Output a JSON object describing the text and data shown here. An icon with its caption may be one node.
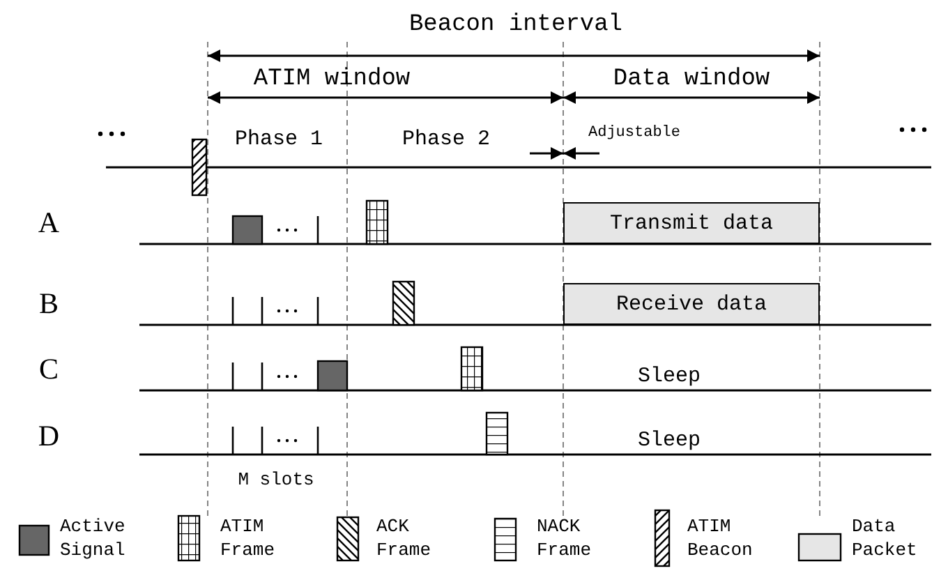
{
  "diagram": {
    "nodes": [
      {
        "text": [
          "Transmit data"
        ]
      },
      {
        "text": [
          "Receive data"
        ]
      }
    ],
    "labels": [
      "Beacon interval",
      "ATIM window",
      "Data window",
      "Phase 1",
      "Phase 2",
      "Adjustable",
      "A",
      "B",
      "C",
      "D",
      "Sleep",
      "Sleep",
      "M slots"
    ],
    "legend": [
      {
        "text": "Active Signal",
        "color": "#666666"
      },
      {
        "text": "ATIM Frame"
      },
      {
        "text": "ACK Frame"
      },
      {
        "text": "NACK Frame"
      },
      {
        "text": "ATIM Beacon"
      },
      {
        "text": "Data Packet",
        "color": "#e6e6e6"
      }
    ]
  }
}
